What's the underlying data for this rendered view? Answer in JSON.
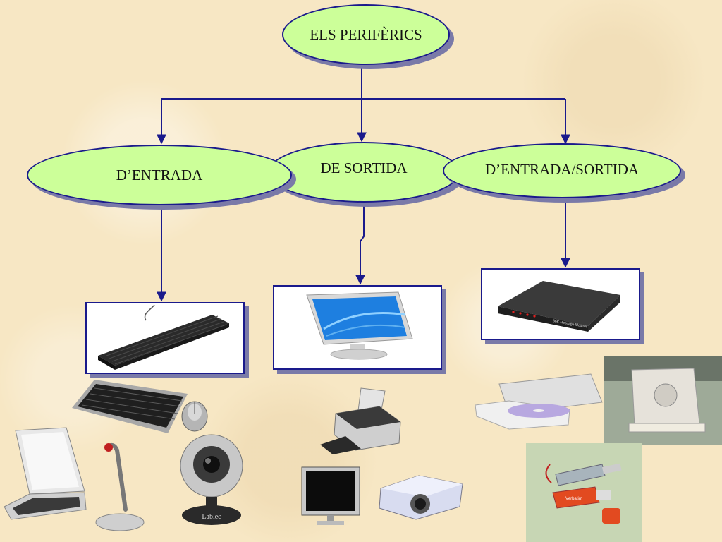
{
  "diagram": {
    "root": "ELS PERIFÈRICS",
    "categories": [
      {
        "id": "input",
        "label": "D’ENTRADA"
      },
      {
        "id": "output",
        "label": "DE SORTIDA"
      },
      {
        "id": "io",
        "label": "D’ENTRADA/SORTIDA"
      }
    ]
  },
  "devices": {
    "webcam_brand": "Lablec",
    "modem_label": "56K Message Modem",
    "usb_brand": "Verbatim"
  },
  "colors": {
    "node_fill": "#ccff99",
    "node_border": "#1a1a8c",
    "arrow": "#1a1a8c",
    "background": "#f7e7c4"
  }
}
